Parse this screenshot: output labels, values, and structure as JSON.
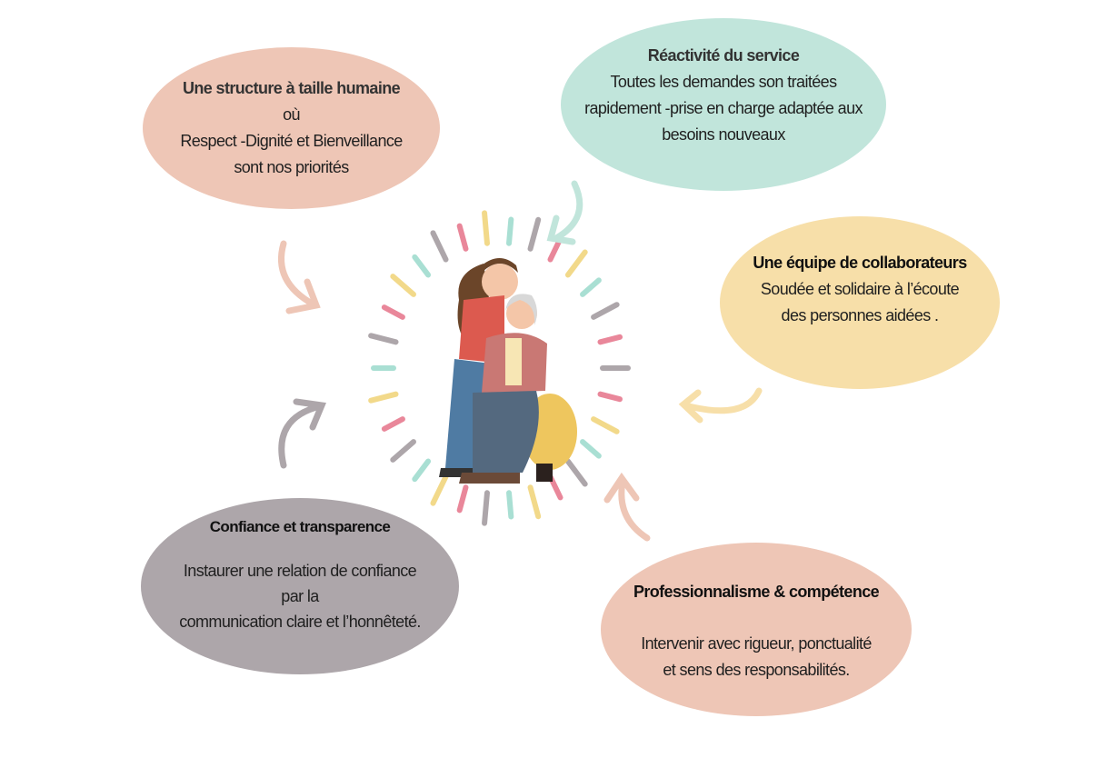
{
  "bubbles": [
    {
      "title": "Une structure à taille humaine",
      "lines": [
        "où",
        "Respect -Dignité et Bienveillance",
        "sont  nos priorités"
      ],
      "color": "#EEC6B6"
    },
    {
      "title": "Réactivité du service",
      "lines": [
        "Toutes les demandes son traitées",
        "rapidement  -prise en charge adaptée aux",
        "besoins nouveaux"
      ],
      "color": "#C1E5DB"
    },
    {
      "title": "Une équipe de  collaborateurs",
      "lines": [
        "Soudée et solidaire  à l’écoute",
        "des personnes aidées ."
      ],
      "color": "#F7DFA9"
    },
    {
      "title": "Confiance et transparence",
      "lines": [
        "Instaurer une relation de confiance",
        "par la",
        "communication claire et l’honnêteté."
      ],
      "color": "#ADA6AA"
    },
    {
      "title": "Professionnalisme & compétence",
      "lines": [
        "Intervenir avec rigueur, ponctualité",
        "et sens des responsabilités."
      ],
      "color": "#EEC6B6"
    }
  ],
  "illustration": "caregiver-hugging-elderly-woman"
}
